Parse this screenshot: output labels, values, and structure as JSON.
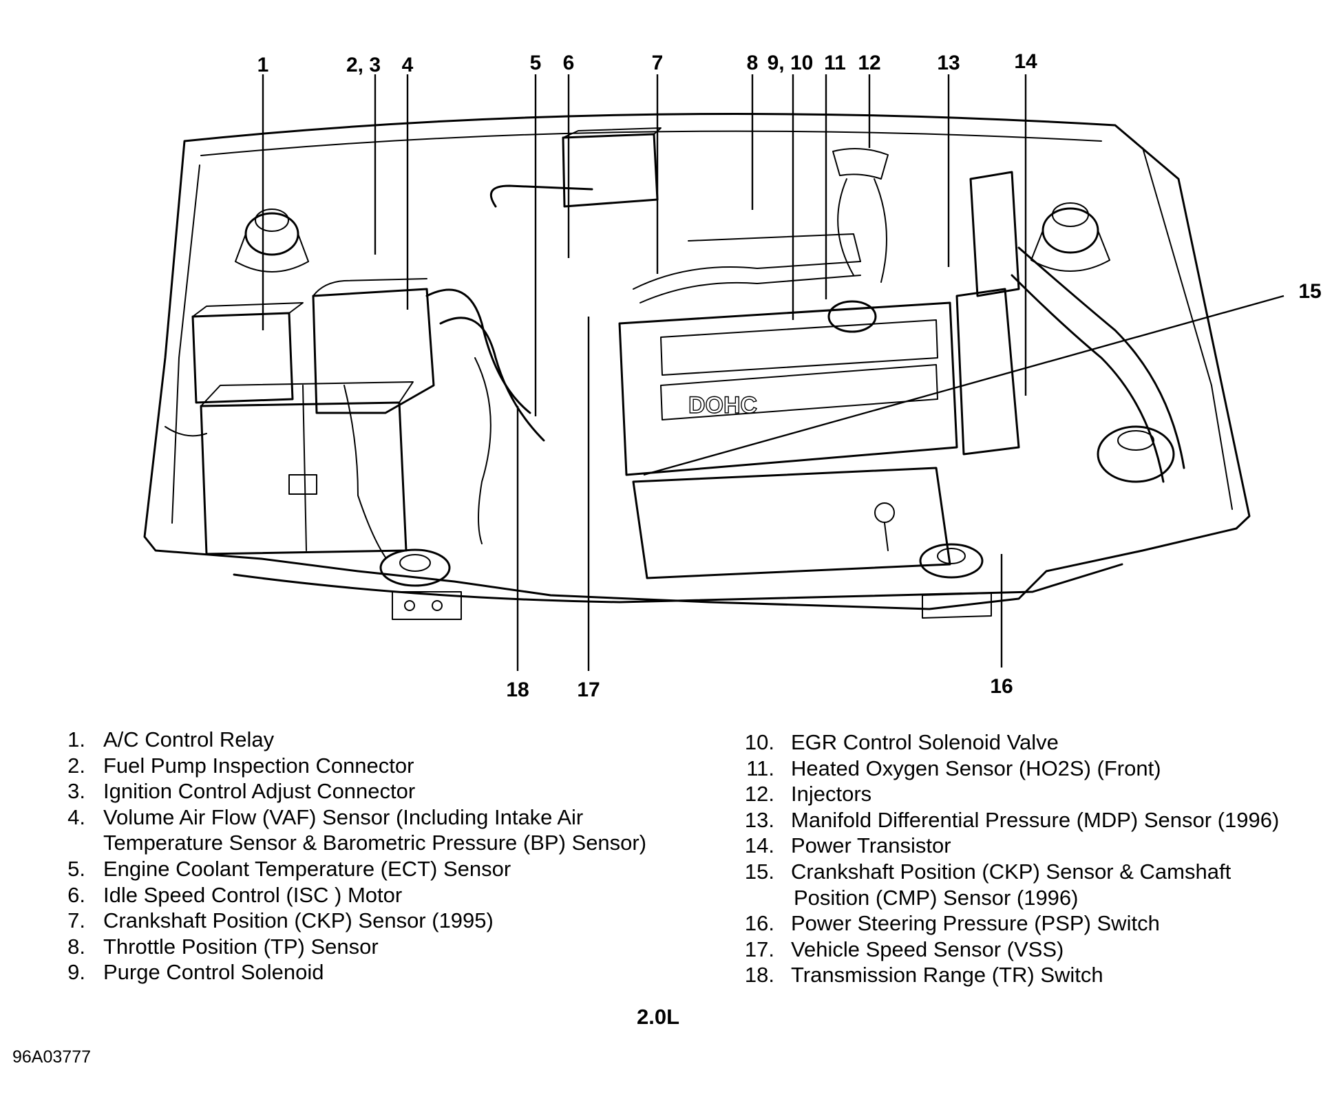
{
  "callouts": [
    "1",
    "2, 3",
    "4",
    "5",
    "6",
    "7",
    "8",
    "9, 10",
    "11",
    "12",
    "13",
    "14",
    "15",
    "16",
    "17",
    "18"
  ],
  "legend_left": [
    {
      "num": "1.",
      "text": "A/C Control Relay"
    },
    {
      "num": "2.",
      "text": "Fuel Pump Inspection Connector"
    },
    {
      "num": "3.",
      "text": "Ignition Control Adjust Connector"
    },
    {
      "num": "4.",
      "text": "Volume Air Flow (VAF) Sensor (Including Intake Air",
      "cont": "Temperature Sensor & Barometric Pressure (BP) Sensor)"
    },
    {
      "num": "5.",
      "text": "Engine Coolant Temperature (ECT) Sensor"
    },
    {
      "num": "6.",
      "text": "Idle Speed Control (ISC ) Motor"
    },
    {
      "num": "7.",
      "text": "Crankshaft Position (CKP) Sensor (1995)"
    },
    {
      "num": "8.",
      "text": "Throttle Position (TP) Sensor"
    },
    {
      "num": "9.",
      "text": "Purge Control Solenoid"
    }
  ],
  "legend_right": [
    {
      "num": "10.",
      "text": "EGR Control Solenoid Valve"
    },
    {
      "num": "11.",
      "text": "Heated Oxygen Sensor (HO2S) (Front)"
    },
    {
      "num": "12.",
      "text": "Injectors"
    },
    {
      "num": "13.",
      "text": "Manifold Differential Pressure (MDP) Sensor (1996)"
    },
    {
      "num": "14.",
      "text": "Power Transistor"
    },
    {
      "num": "15.",
      "text": "Crankshaft Position (CKP) Sensor & Camshaft",
      "cont": "Position (CMP) Sensor (1996)"
    },
    {
      "num": "16.",
      "text": "Power Steering Pressure (PSP) Switch"
    },
    {
      "num": "17.",
      "text": "Vehicle Speed Sensor (VSS)"
    },
    {
      "num": "18.",
      "text": "Transmission Range (TR) Switch"
    }
  ],
  "engine_size": "2.0L",
  "figure_id": "96A03777"
}
